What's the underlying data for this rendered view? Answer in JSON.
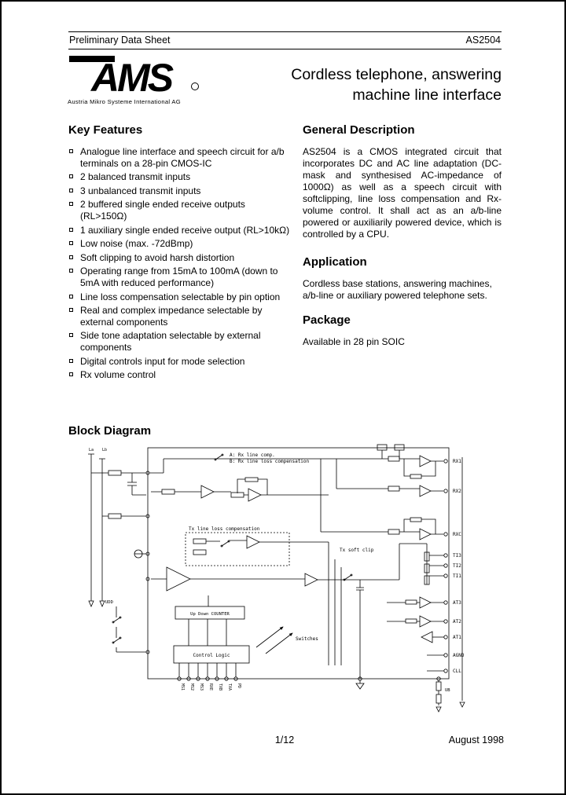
{
  "header": {
    "left": "Preliminary Data Sheet",
    "right": "AS2504"
  },
  "logo": {
    "name": "AMS",
    "caption": "Austria Mikro Systeme International AG"
  },
  "title": {
    "line1": "Cordless telephone, answering",
    "line2": "machine line interface"
  },
  "key_features": {
    "heading": "Key Features",
    "items": [
      "Analogue line interface and speech circuit for a/b terminals on a 28-pin CMOS-IC",
      "2 balanced transmit inputs",
      "3 unbalanced transmit inputs",
      "2 buffered single ended receive outputs (RL>150Ω)",
      "1 auxiliary single ended receive output (RL>10kΩ)",
      "Low noise (max. -72dBmp)",
      "Soft clipping to avoid harsh distortion",
      "Operating range from 15mA to 100mA (down to 5mA with reduced performance)",
      "Line loss compensation selectable by pin option",
      "Real and complex impedance selectable by external components",
      "Side tone adaptation selectable by external components",
      "Digital controls input for mode selection",
      "Rx volume control"
    ]
  },
  "general_description": {
    "heading": "General Description",
    "body": "AS2504 is a CMOS integrated circuit that incorporates DC and AC line adaptation (DC-mask and synthesised AC-impedance of 1000Ω) as well as a speech circuit with softclipping, line loss compensation and Rx-volume control. It shall act as an a/b-line powered or auxiliarily powered device, which is controlled by a CPU."
  },
  "application": {
    "heading": "Application",
    "body": "Cordless base stations, answering machines, a/b-line or auxiliary powered telephone sets."
  },
  "package": {
    "heading": "Package",
    "body": "Available in 28 pin SOIC"
  },
  "block_diagram": {
    "heading": "Block Diagram",
    "annotations": {
      "rx_comp_a": "A: Rx line comp.",
      "rx_comp_b": "B: Rx line loss compensation",
      "tx_comp": "Tx line loss compensation",
      "soft_clip": "Tx soft clip",
      "counter": "Up Down COUNTER",
      "control_logic": "Control Logic",
      "switches": "Switches"
    },
    "left_pins": [
      "La",
      "Lb"
    ],
    "right_pins": [
      "RX1",
      "RX2",
      "RXC",
      "TI3",
      "TI2",
      "TI1",
      "AT3",
      "AT2",
      "AT1",
      "AGND",
      "CLL"
    ],
    "bottom_pins": [
      "MS1",
      "MS2",
      "MS3",
      "RXE",
      "TXB",
      "TXA",
      "PD"
    ],
    "supplies": {
      "udd": "UDD",
      "ub": "UB"
    }
  },
  "footer": {
    "page": "1/12",
    "date": "August 1998"
  }
}
